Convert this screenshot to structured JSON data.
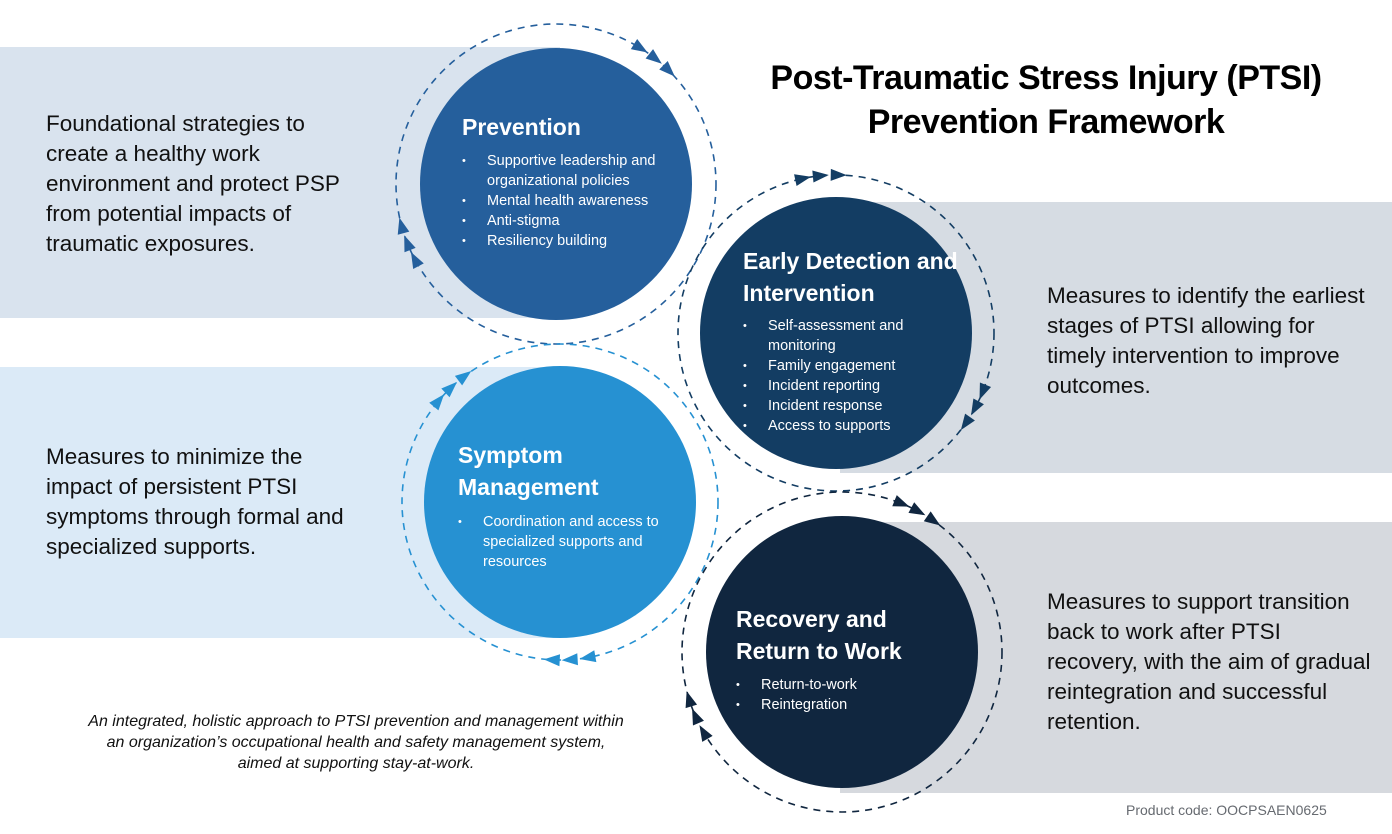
{
  "title": {
    "line1": "Post-Traumatic Stress Injury (PTSI)",
    "line2": "Prevention Framework"
  },
  "colors": {
    "prevention": "#255f9c",
    "early_detection": "#133d63",
    "symptom_management": "#2691d2",
    "recovery": "#10263f"
  },
  "stages": {
    "prevention": {
      "title": "Prevention",
      "items": [
        "Supportive leadership and organizational policies",
        "Mental health awareness",
        "Anti-stigma",
        "Resiliency building"
      ],
      "description": "Foundational strategies to create a healthy work environment and protect PSP from potential impacts of traumatic exposures."
    },
    "early_detection": {
      "title": "Early Detection and Intervention",
      "items": [
        "Self-assessment and monitoring",
        "Family engagement",
        "Incident reporting",
        "Incident response",
        "Access to supports"
      ],
      "description": "Measures to identify the earliest stages of PTSI allowing for timely intervention to improve outcomes."
    },
    "symptom_management": {
      "title": "Symptom Management",
      "items": [
        "Coordination and access to specialized supports and resources"
      ],
      "description": "Measures to minimize the impact of persistent PTSI symptoms through formal and  specialized supports."
    },
    "recovery": {
      "title": "Recovery and Return to Work",
      "items": [
        "Return-to-work",
        "Reintegration"
      ],
      "description": "Measures to support transition back to work after PTSI recovery, with the aim of gradual reintegration and successful retention."
    }
  },
  "footnote": "An integrated, holistic approach to PTSI prevention and management within an organization’s occupational health and safety management system, aimed at supporting stay-at-work.",
  "product_code": "Product code: OOCPSAEN0625"
}
